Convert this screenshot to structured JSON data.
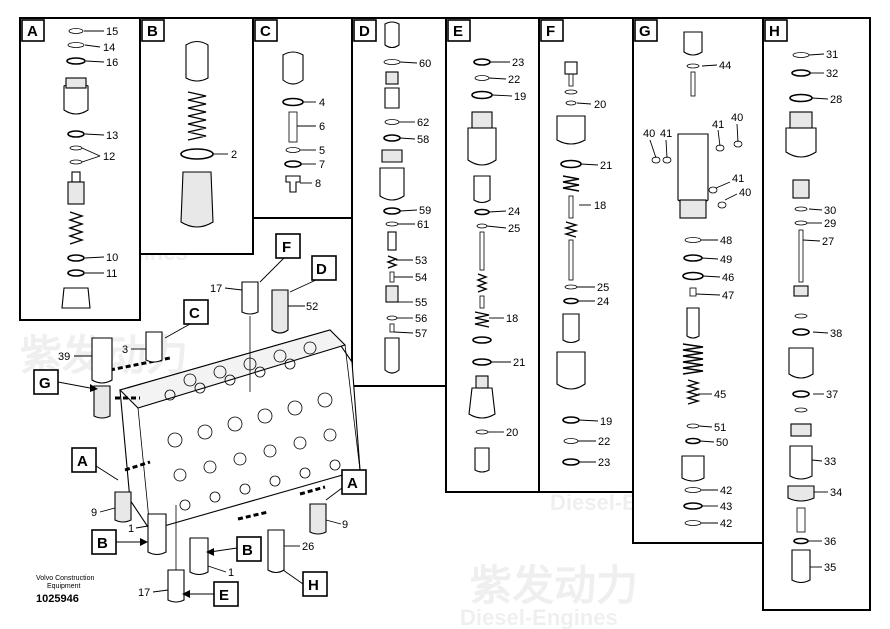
{
  "brand_line1": "Volvo Construction",
  "brand_line2": "Equipment",
  "part_number": "1025946",
  "watermark_cn": "紫发动力",
  "watermark_en": "Diesel-Engines",
  "panels": {
    "A": {
      "label": "A",
      "callouts": [
        "15",
        "14",
        "16",
        "13",
        "12",
        "10",
        "11"
      ]
    },
    "B": {
      "label": "B",
      "callouts": [
        "2"
      ]
    },
    "C": {
      "label": "C",
      "callouts": [
        "4",
        "6",
        "5",
        "7",
        "8"
      ]
    },
    "D": {
      "label": "D",
      "callouts": [
        "60",
        "62",
        "58",
        "59",
        "61",
        "53",
        "54",
        "55",
        "56",
        "57"
      ]
    },
    "E": {
      "label": "E",
      "callouts": [
        "23",
        "22",
        "19",
        "24",
        "25",
        "18",
        "21",
        "20"
      ]
    },
    "F": {
      "label": "F",
      "callouts": [
        "20",
        "21",
        "18",
        "25",
        "24",
        "19",
        "22",
        "23"
      ]
    },
    "G": {
      "label": "G",
      "callouts": [
        "44",
        "40",
        "41",
        "41",
        "40",
        "41",
        "40",
        "48",
        "49",
        "46",
        "47",
        "45",
        "51",
        "50",
        "42",
        "43",
        "42"
      ]
    },
    "H": {
      "label": "H",
      "callouts": [
        "31",
        "32",
        "28",
        "30",
        "29",
        "27",
        "38",
        "37",
        "33",
        "34",
        "36",
        "35"
      ]
    }
  },
  "assembly": {
    "tags": [
      "G",
      "C",
      "F",
      "D",
      "A",
      "A",
      "B",
      "B",
      "H",
      "E"
    ],
    "callouts": [
      "39",
      "3",
      "17",
      "52",
      "9",
      "1",
      "9",
      "1",
      "26",
      "17"
    ]
  }
}
